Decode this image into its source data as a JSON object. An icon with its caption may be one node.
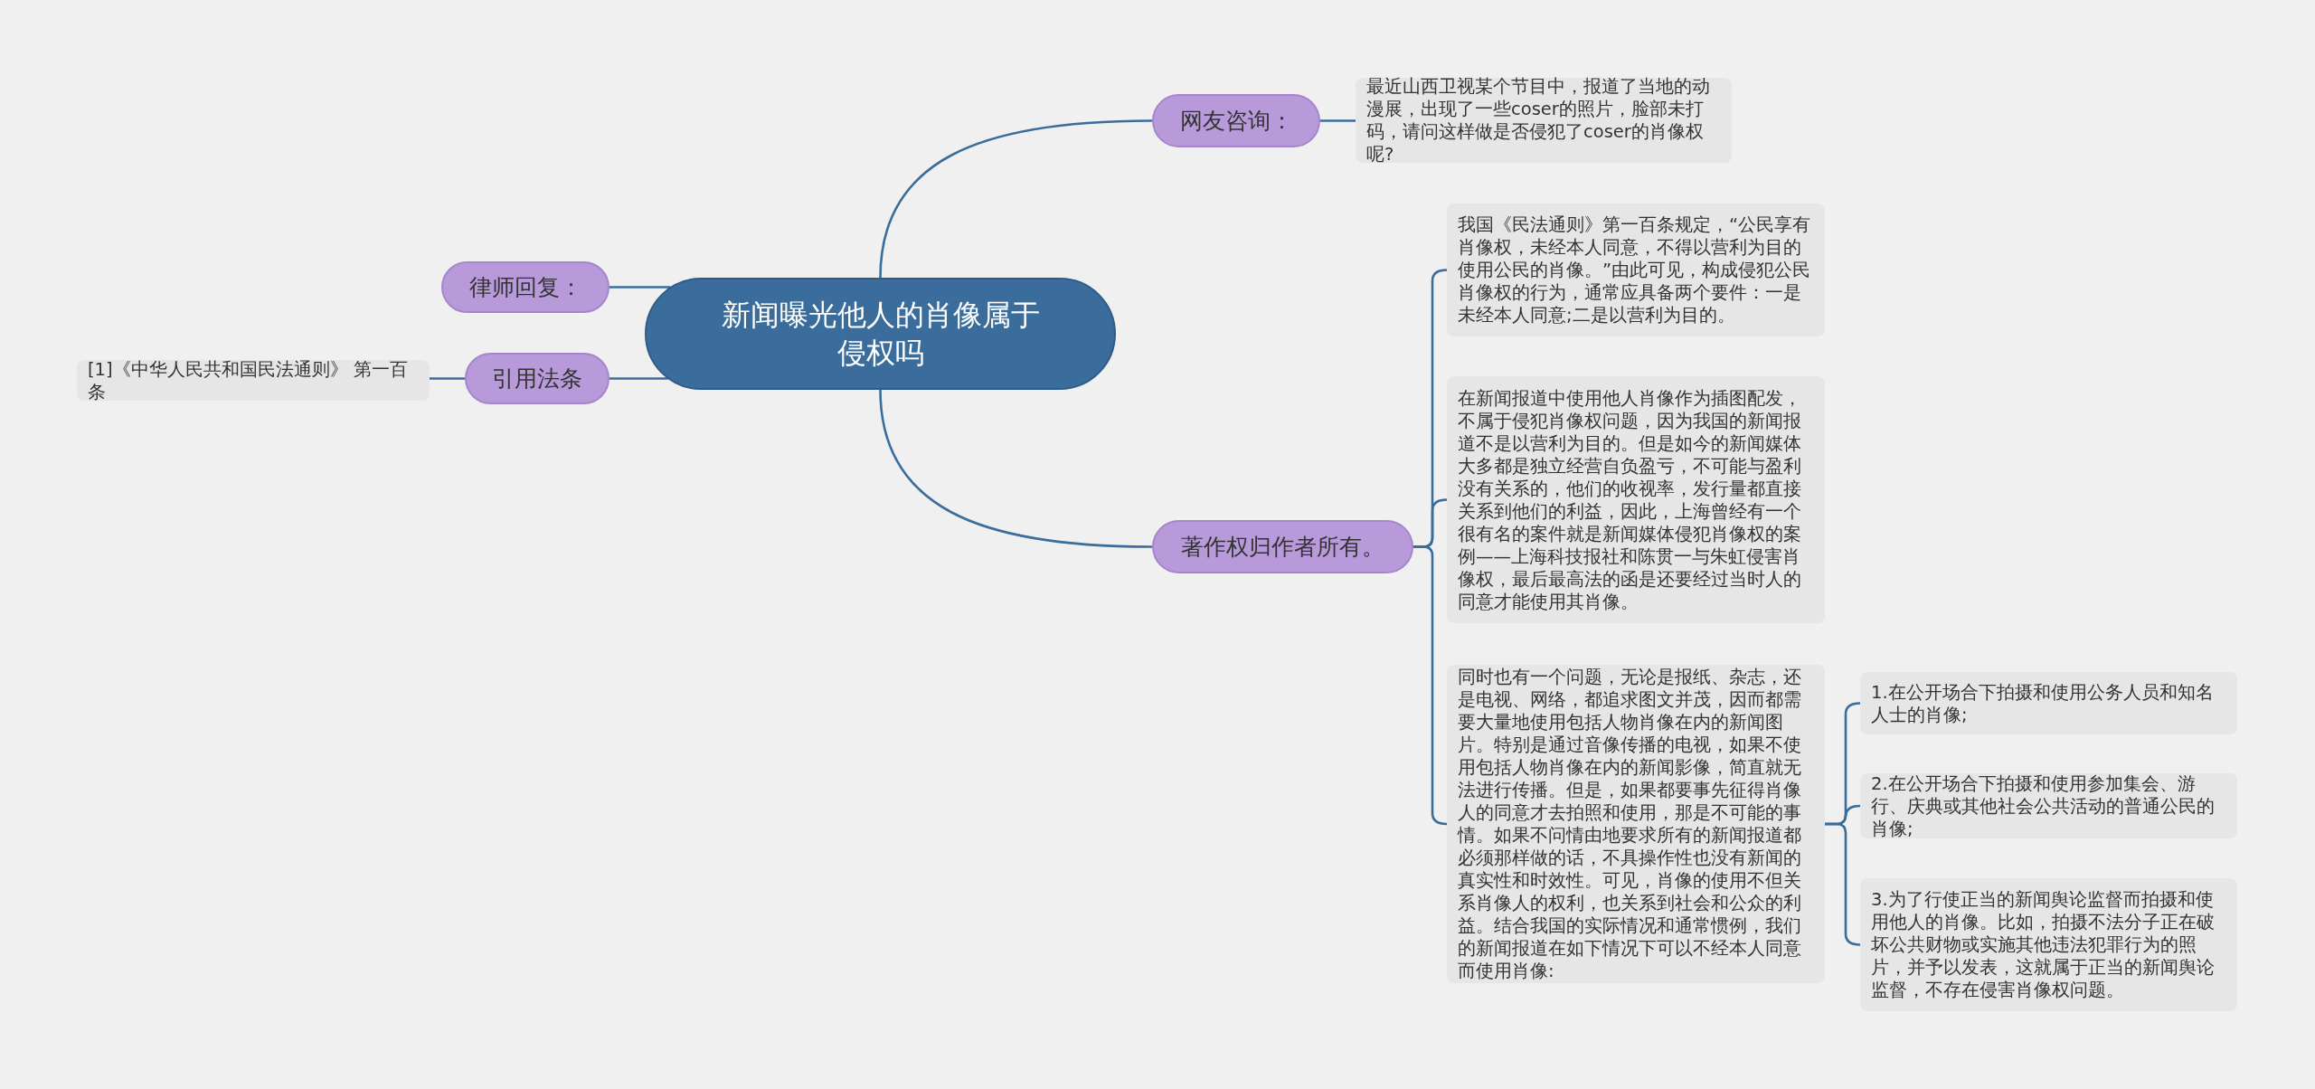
{
  "diagram": {
    "nodes": [
      {
        "text": [
          "新闻曝光他人的肖像属于侵权吗"
        ]
      },
      {
        "text": [
          "网友咨询："
        ]
      },
      {
        "text": [
          "最近山西卫视某个节目中，报道了当地的动漫展，出现了一些coser的照片，脸部未打码，请问这样做是否侵犯了coser的肖像权呢?"
        ]
      },
      {
        "text": [
          "律师回复："
        ]
      },
      {
        "text": [
          "引用法条"
        ]
      },
      {
        "text": [
          "[1]《中华人民共和国民法通则》 第一百条"
        ]
      },
      {
        "text": [
          "著作权归作者所有。"
        ]
      },
      {
        "text": [
          "我国《民法通则》第一百条规定，“公民享有肖像权，未经本人同意，不得以营利为目的使用公民的肖像。”由此可见，构成侵犯公民肖像权的行为，通常应具备两个要件：一是未经本人同意;二是以营利为目的。"
        ]
      },
      {
        "text": [
          "在新闻报道中使用他人肖像作为插图配发，不属于侵犯肖像权问题，因为我国的新闻报道不是以营利为目的。但是如今的新闻媒体大多都是独立经营自负盈亏，不可能与盈利没有关系的，他们的收视率，发行量都直接关系到他们的利益，因此，上海曾经有一个很有名的案件就是新闻媒体侵犯肖像权的案例——上海科技报社和陈贯一与朱虹侵害肖像权，最后最高法的函是还要经过当时人的同意才能使用其肖像。"
        ]
      },
      {
        "text": [
          "同时也有一个问题，无论是报纸、杂志，还是电视、网络，都追求图文并茂，因而都需要大量地使用包括人物肖像在内的新闻图片。特别是通过音像传播的电视，如果不使用包括人物肖像在内的新闻影像，简直就无法进行传播。但是，如果都要事先征得肖像人的同意才去拍照和使用，那是不可能的事情。如果不问情由地要求所有的新闻报道都必须那样做的话，不具操作性也没有新闻的真实性和时效性。可见，肖像的使用不但关系肖像人的权利，也关系到社会和公众的利益。结合我国的实际情况和通常惯例，我们的新闻报道在如下情况下可以不经本人同意而使用肖像:"
        ]
      },
      {
        "text": [
          "1.在公开场合下拍摄和使用公务人员和知名人士的肖像;"
        ]
      },
      {
        "text": [
          "2.在公开场合下拍摄和使用参加集会、游行、庆典或其他社会公共活动的普通公民的肖像;"
        ]
      },
      {
        "text": [
          "3.为了行使正当的新闻舆论监督而拍摄和使用他人的肖像。比如，拍摄不法分子正在破坏公共财物或实施其他违法犯罪行为的照片，并予以发表，这就属于正当的新闻舆论监督，不存在侵害肖像权问题。"
        ]
      }
    ],
    "edges": [
      {
        "from": 0,
        "to": 1,
        "arrow": "none"
      },
      {
        "from": 1,
        "to": 2,
        "arrow": "none"
      },
      {
        "from": 0,
        "to": 3,
        "arrow": "none"
      },
      {
        "from": 0,
        "to": 4,
        "arrow": "none"
      },
      {
        "from": 4,
        "to": 5,
        "arrow": "none"
      },
      {
        "from": 0,
        "to": 6,
        "arrow": "none"
      },
      {
        "from": 6,
        "to": 7,
        "arrow": "none"
      },
      {
        "from": 6,
        "to": 8,
        "arrow": "none"
      },
      {
        "from": 6,
        "to": 9,
        "arrow": "none"
      },
      {
        "from": 9,
        "to": 10,
        "arrow": "none"
      },
      {
        "from": 9,
        "to": 11,
        "arrow": "none"
      },
      {
        "from": 9,
        "to": 12,
        "arrow": "none"
      }
    ]
  }
}
